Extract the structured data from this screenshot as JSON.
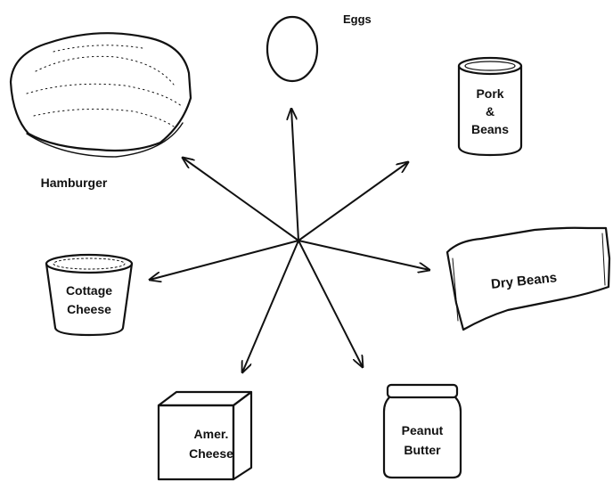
{
  "labels": {
    "eggs": "Eggs",
    "pork_line1": "Pork",
    "pork_line2": "&",
    "pork_line3": "Beans",
    "dry_beans": "Dry Beans",
    "peanut_line1": "Peanut",
    "peanut_line2": "Butter",
    "amer_line1": "Amer.",
    "amer_line2": "Cheese",
    "cottage_line1": "Cottage",
    "cottage_line2": "Cheese",
    "hamburger": "Hamburger"
  },
  "colors": {
    "ink": "#111111",
    "background": "#ffffff"
  }
}
